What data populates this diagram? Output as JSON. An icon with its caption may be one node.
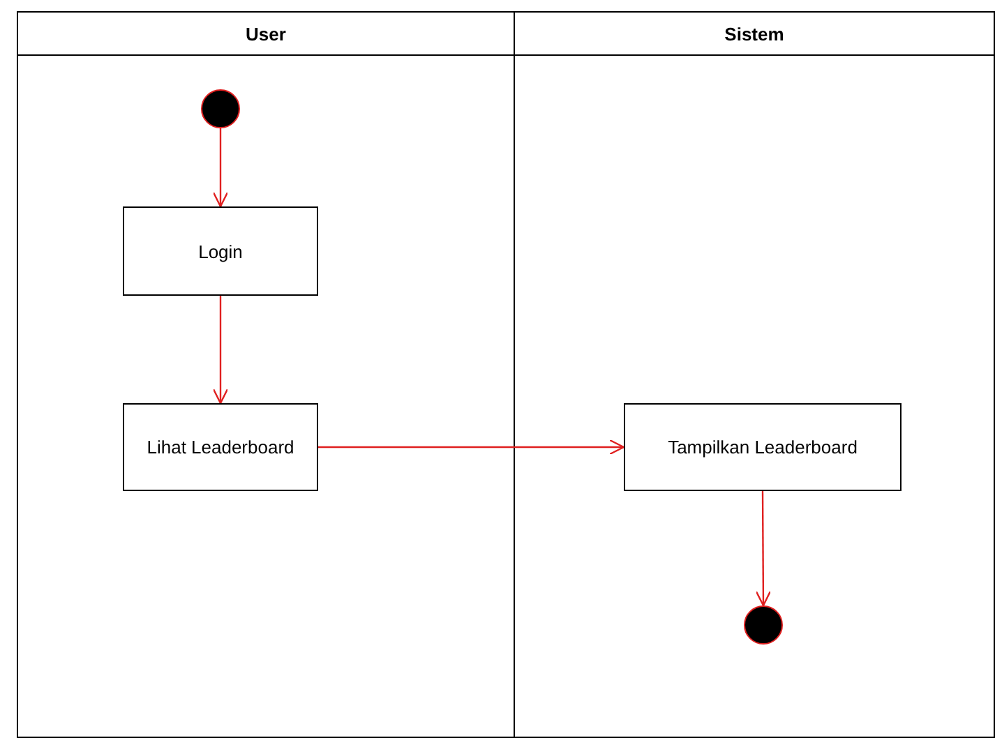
{
  "diagram": {
    "nodes": [
      {
        "text": [
          "User"
        ]
      },
      {
        "text": [
          "Sistem"
        ]
      },
      {
        "text": [],
        "shape": "circle",
        "in": 0
      },
      {
        "text": [
          "Login"
        ],
        "in": 0
      },
      {
        "text": [
          "Lihat Leaderboard"
        ],
        "in": 0
      },
      {
        "text": [
          "Tampilkan Leaderboard"
        ],
        "in": 1
      },
      {
        "text": [],
        "shape": "circle",
        "in": 1
      }
    ],
    "edges": [
      {
        "from": 2,
        "to": 3,
        "arrow": "to"
      },
      {
        "from": 3,
        "to": 4,
        "arrow": "to"
      },
      {
        "from": 4,
        "to": 5,
        "arrow": "to"
      },
      {
        "from": 5,
        "to": 6,
        "arrow": "to"
      }
    ]
  }
}
